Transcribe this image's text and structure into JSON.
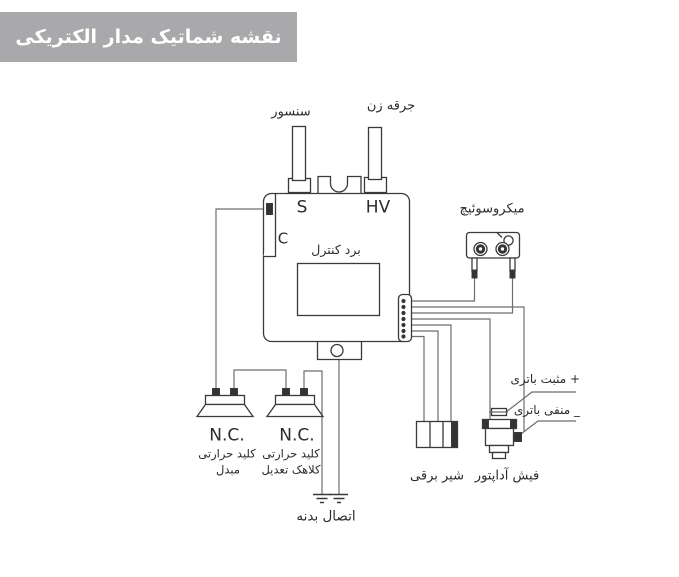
{
  "header": {
    "title": "نقشه شماتیک مدار الکتریکی"
  },
  "colors": {
    "header_bg": "#a9a9ac",
    "header_text": "#ffffff",
    "component_stroke": "#3a3a3a",
    "wire_stroke": "#6e6e6e",
    "label_text": "#2b2b2b"
  },
  "labels": {
    "sensor": "سنسور",
    "igniter": "جرقه زن",
    "microswitch": "میکروسوئیچ",
    "board": "برد کنترل",
    "terminal_s": "S",
    "terminal_hv": "HV",
    "terminal_c": "C",
    "nc_left": "N.C.",
    "nc_right": "N.C.",
    "thermal_switch_left_line1": "کلید حرارتی",
    "thermal_switch_left_line2": "مبدل",
    "thermal_switch_right_line1": "کلید حرارتی",
    "thermal_switch_right_line2": "کلاهک تعدیل",
    "ground": "اتصال بدنه",
    "solenoid_valve": "شیر برقی",
    "adapter_plug": "فیش آداپتور",
    "battery_positive": "مثبت باتری +",
    "battery_negative": "منفی باتری _"
  }
}
